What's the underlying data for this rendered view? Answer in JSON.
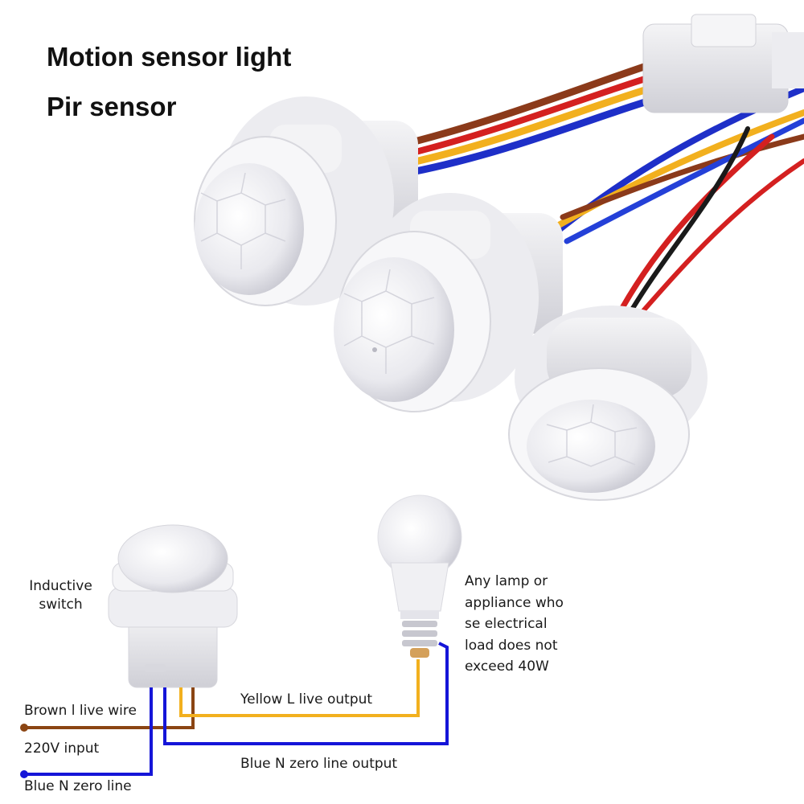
{
  "header": {
    "title": "Motion sensor light",
    "subtitle": "Pir sensor"
  },
  "diagram": {
    "switch_label_line1": "Inductive",
    "switch_label_line2": "switch",
    "lamp_label_lines": [
      "Any lamp or",
      "appliance who",
      "se electrical",
      "load does not",
      "exceed 40W"
    ],
    "brown_wire_label": "Brown l live wire",
    "input_label": "220V input",
    "blue_zero_label": "Blue N zero line",
    "yellow_output_label": "Yellow L live output",
    "blue_output_label": "Blue N zero line output"
  },
  "colors": {
    "brown_wire": "#8B4513",
    "yellow_wire": "#F2B01E",
    "blue_wire": "#1515D8",
    "red_wire": "#D42020",
    "sensor_white": "#F2F2F4",
    "text": "#111111"
  }
}
